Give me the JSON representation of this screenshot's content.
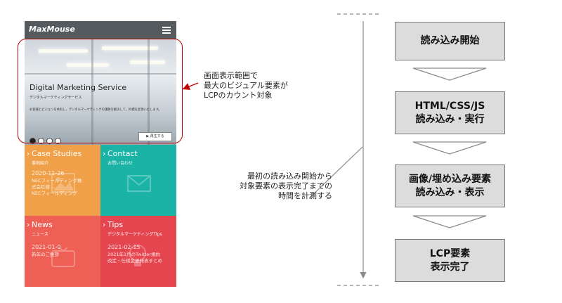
{
  "phone": {
    "logo": "MaxMouse",
    "hero": {
      "title": "Digital Marketing Service",
      "subtitle": "デジタルマーケティングサービス",
      "description": "お客様とビジョンを共有し、デジタルマーケティングの課題を解決して、目標を実現いたします。",
      "play_label": "▶ 再生する"
    },
    "tiles": [
      {
        "title": "Case Studies",
        "subtitle": "事例紹介",
        "date": "2020-11-26",
        "text": "NECフィールディング株\n式会社様 ...\nNECフィールディング",
        "color": "#f0a048",
        "icon": "image-icon"
      },
      {
        "title": "Contact",
        "subtitle": "お問い合わせ",
        "date": "",
        "text": "",
        "color": "#1ab3a6",
        "icon": "mail-icon"
      },
      {
        "title": "News",
        "subtitle": "ニュース",
        "date": "2021-01-0",
        "text": "新年のご挨拶",
        "color": "#ee6055",
        "icon": "tv-icon"
      },
      {
        "title": "Tips",
        "subtitle": "デジタルマーケティングTips",
        "date": "2021-02-15",
        "text": "2021年1月のTwitter規約\n改定・仕様変更発表まとめ",
        "color": "#e5454e",
        "icon": "bulb-icon"
      }
    ]
  },
  "annotations": {
    "lcp_note": [
      "画面表示範囲で",
      "最大のビジュアル要素が",
      "LCPのカウント対象"
    ],
    "measure_note": [
      "最初の読み込み開始から",
      "対象要素の表示完了までの",
      "時間を計測する"
    ]
  },
  "flow": [
    [
      "読み込み開始"
    ],
    [
      "HTML/CSS/JS",
      "読み込み・実行"
    ],
    [
      "画像/埋め込み要素",
      "読み込み・表示"
    ],
    [
      "LCP要素",
      "表示完了"
    ]
  ],
  "colors": {
    "outline": "#c00000",
    "flow_box": "#dcdcdc",
    "flow_border": "#7a7a7a",
    "header": "#555a5e"
  }
}
